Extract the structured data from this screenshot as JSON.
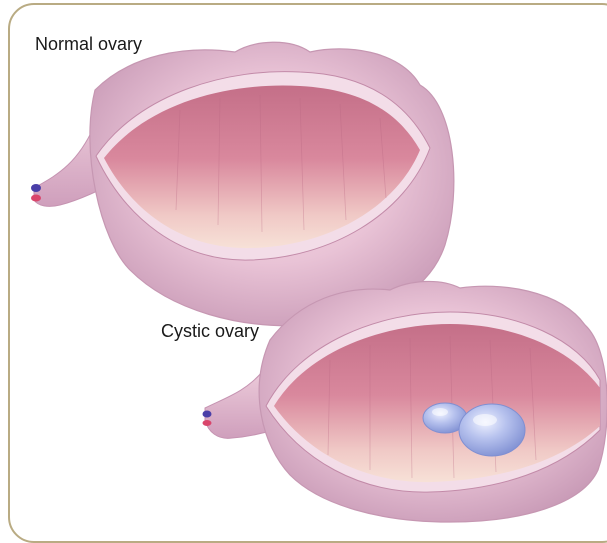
{
  "labels": {
    "normal": "Normal ovary",
    "cystic": "Cystic ovary"
  },
  "colors": {
    "border": "#b9ab83",
    "ovary_outer": "#e9c3d6",
    "ovary_shadow": "#c99bb7",
    "cavity": "#d9889d",
    "cavity_light": "#f4d6cf",
    "cyst": "#aeb9e6"
  },
  "icons": [
    "ovary-illustration",
    "cyst-icon"
  ]
}
